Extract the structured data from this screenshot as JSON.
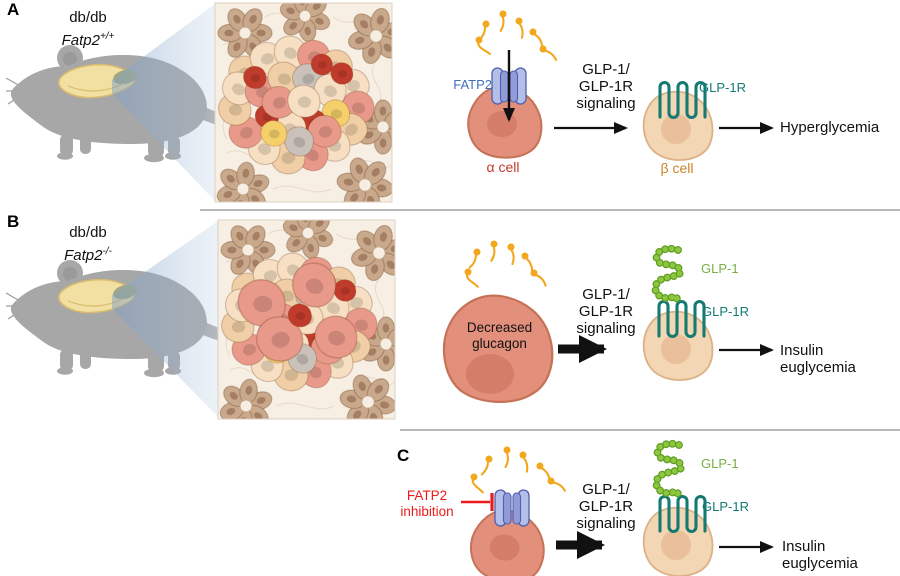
{
  "colors": {
    "fatp2_blue": "#3f6fbd",
    "alpha_cell_red": "#c13b2a",
    "beta_cell_orange": "#c8862c",
    "glp1r_teal": "#157a72",
    "glp1_green": "#76b043",
    "inhibition_red": "#ec1b1b",
    "lipid_yellow": "#f2a71c",
    "mouse_gray": "#a7a7a7",
    "pancreas_yellow": "#f2dfa2",
    "arrow_black": "#111111"
  },
  "icons": {
    "mouse": "mouse-silhouette",
    "pancreas": "pancreas",
    "islet": "pancreatic-islet-micrograph",
    "lipid": "fatty-acid-molecule",
    "channel": "fatp2-transporter",
    "receptor": "glp1-receptor",
    "peptide": "glp1-peptide-bead-chain"
  },
  "panels": {
    "a": {
      "label": "A",
      "genotype_strain": "db/db",
      "genotype_gene": "Fatp2",
      "genotype_sup": "+/+",
      "fatp2_label": "FATP2",
      "alpha_cell_label": "α cell",
      "signaling": "GLP-1/\nGLP-1R\nsignaling",
      "glp1r_label": "GLP-1R",
      "beta_cell_label": "β cell",
      "outcome": "Hyperglycemia"
    },
    "b": {
      "label": "B",
      "genotype_strain": "db/db",
      "genotype_gene": "Fatp2",
      "genotype_sup": "-/-",
      "alpha_cell_text": "Decreased\nglucagon",
      "signaling": "GLP-1/\nGLP-1R\nsignaling",
      "glp1_label": "GLP-1",
      "glp1r_label": "GLP-1R",
      "outcome": "Insulin euglycemia"
    },
    "c": {
      "label": "C",
      "inhibition": "FATP2\ninhibition",
      "signaling": "GLP-1/\nGLP-1R\nsignaling",
      "glp1_label": "GLP-1",
      "glp1r_label": "GLP-1R",
      "outcome": "Insulin euglycemia"
    }
  }
}
